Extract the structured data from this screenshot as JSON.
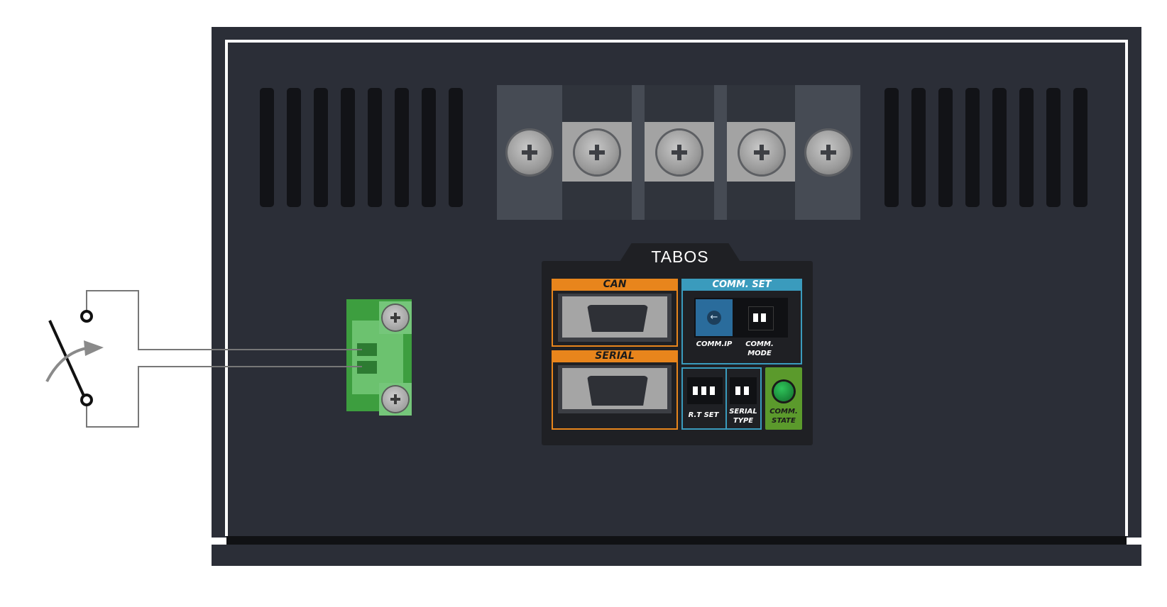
{
  "brand": "TABOS",
  "ports": {
    "can_label": "CAN",
    "serial_label": "SERIAL"
  },
  "comm_set": {
    "header": "COMM. SET",
    "ip_label": "COMM.IP",
    "mode_label_line1": "COMM.",
    "mode_label_line2": "MODE"
  },
  "rt_set_label": "R.T SET",
  "serial_type_line1": "SERIAL",
  "serial_type_line2": "TYPE",
  "comm_state_line1": "COMM.",
  "comm_state_line2": "STATE",
  "colors": {
    "chassis": "#2b2e37",
    "orange_accent": "#e8851c",
    "blue_accent": "#3a9bbd",
    "status_led": "#1a8a3b",
    "connector_green": "#3d9e3f"
  },
  "icons": [
    "terminal-screw-icon",
    "potentiometer-icon",
    "dip-switch-icon",
    "status-led-icon",
    "switch-symbol-icon"
  ]
}
